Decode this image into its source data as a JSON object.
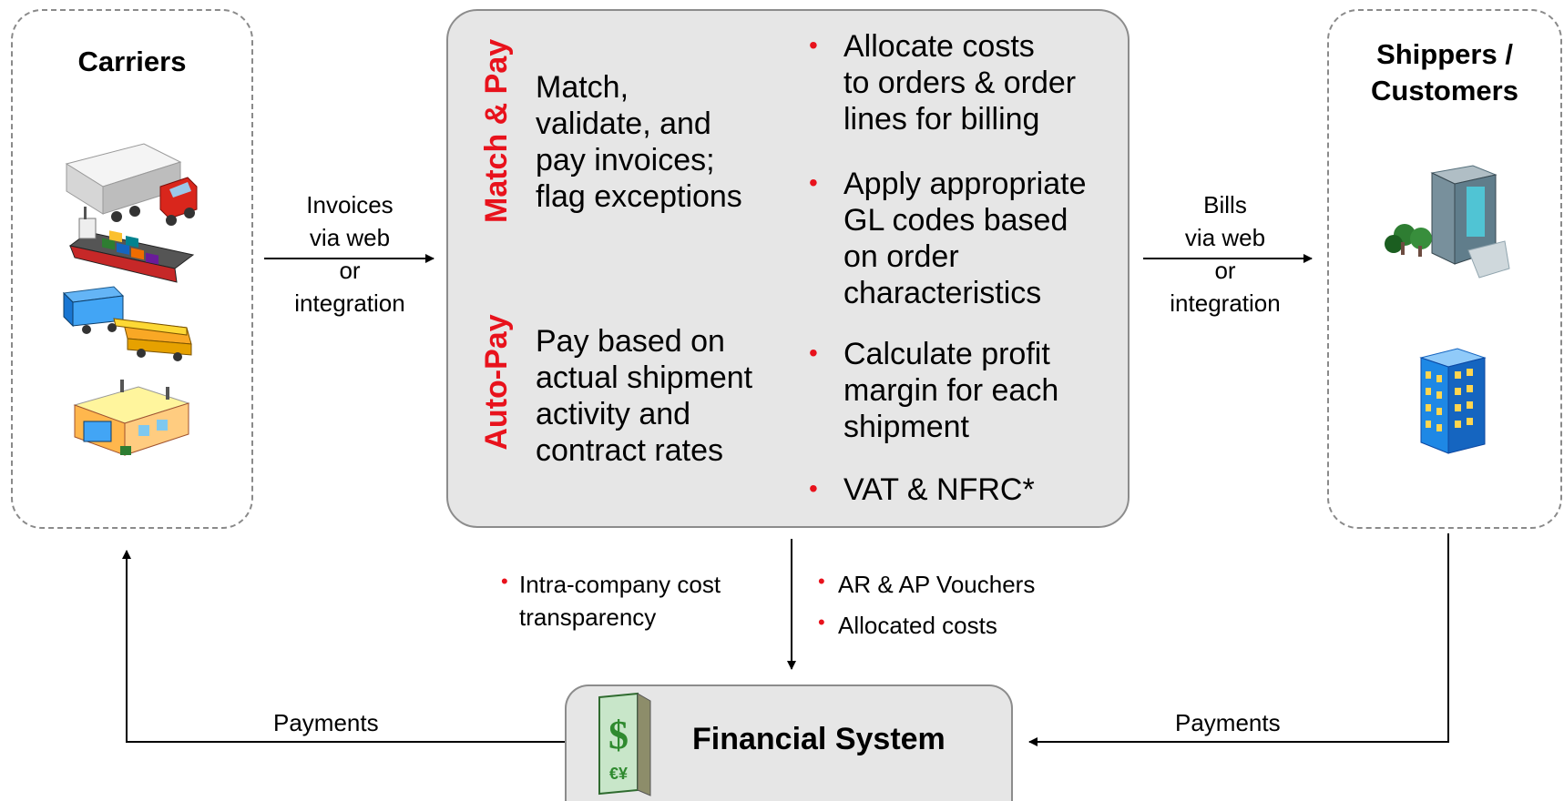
{
  "carriers": {
    "title": "Carriers"
  },
  "shippers": {
    "title_line1": "Shippers /",
    "title_line2": "Customers"
  },
  "invoices_label": [
    "Invoices",
    "via web",
    "or",
    "integration"
  ],
  "bills_label": [
    "Bills",
    "via web",
    "or",
    "integration"
  ],
  "match_pay": {
    "label": "Match & Pay",
    "text": [
      "Match,",
      "validate, and",
      "pay invoices;",
      "flag exceptions"
    ]
  },
  "auto_pay": {
    "label": "Auto-Pay",
    "text": [
      "Pay based on",
      "actual shipment",
      "activity and",
      "contract rates"
    ]
  },
  "bullets": [
    {
      "lines": [
        "Allocate costs",
        "to orders & order",
        "lines for billing"
      ]
    },
    {
      "lines": [
        "Apply appropriate",
        "GL codes based",
        "on order",
        "characteristics"
      ]
    },
    {
      "lines": [
        "Calculate profit",
        "margin for each",
        "shipment"
      ]
    },
    {
      "lines": [
        "VAT & NFRC*"
      ]
    }
  ],
  "lower_left_bullet": [
    "Intra-company cost",
    "transparency"
  ],
  "lower_right_bullets": [
    "AR & AP Vouchers",
    "Allocated costs"
  ],
  "financial_system": {
    "label": "Financial System"
  },
  "payments_left": "Payments",
  "payments_right": "Payments",
  "colors": {
    "accent_red": "#e8121c",
    "panel_gray": "#e6e6e6",
    "money_green": "#2f8a2f"
  }
}
